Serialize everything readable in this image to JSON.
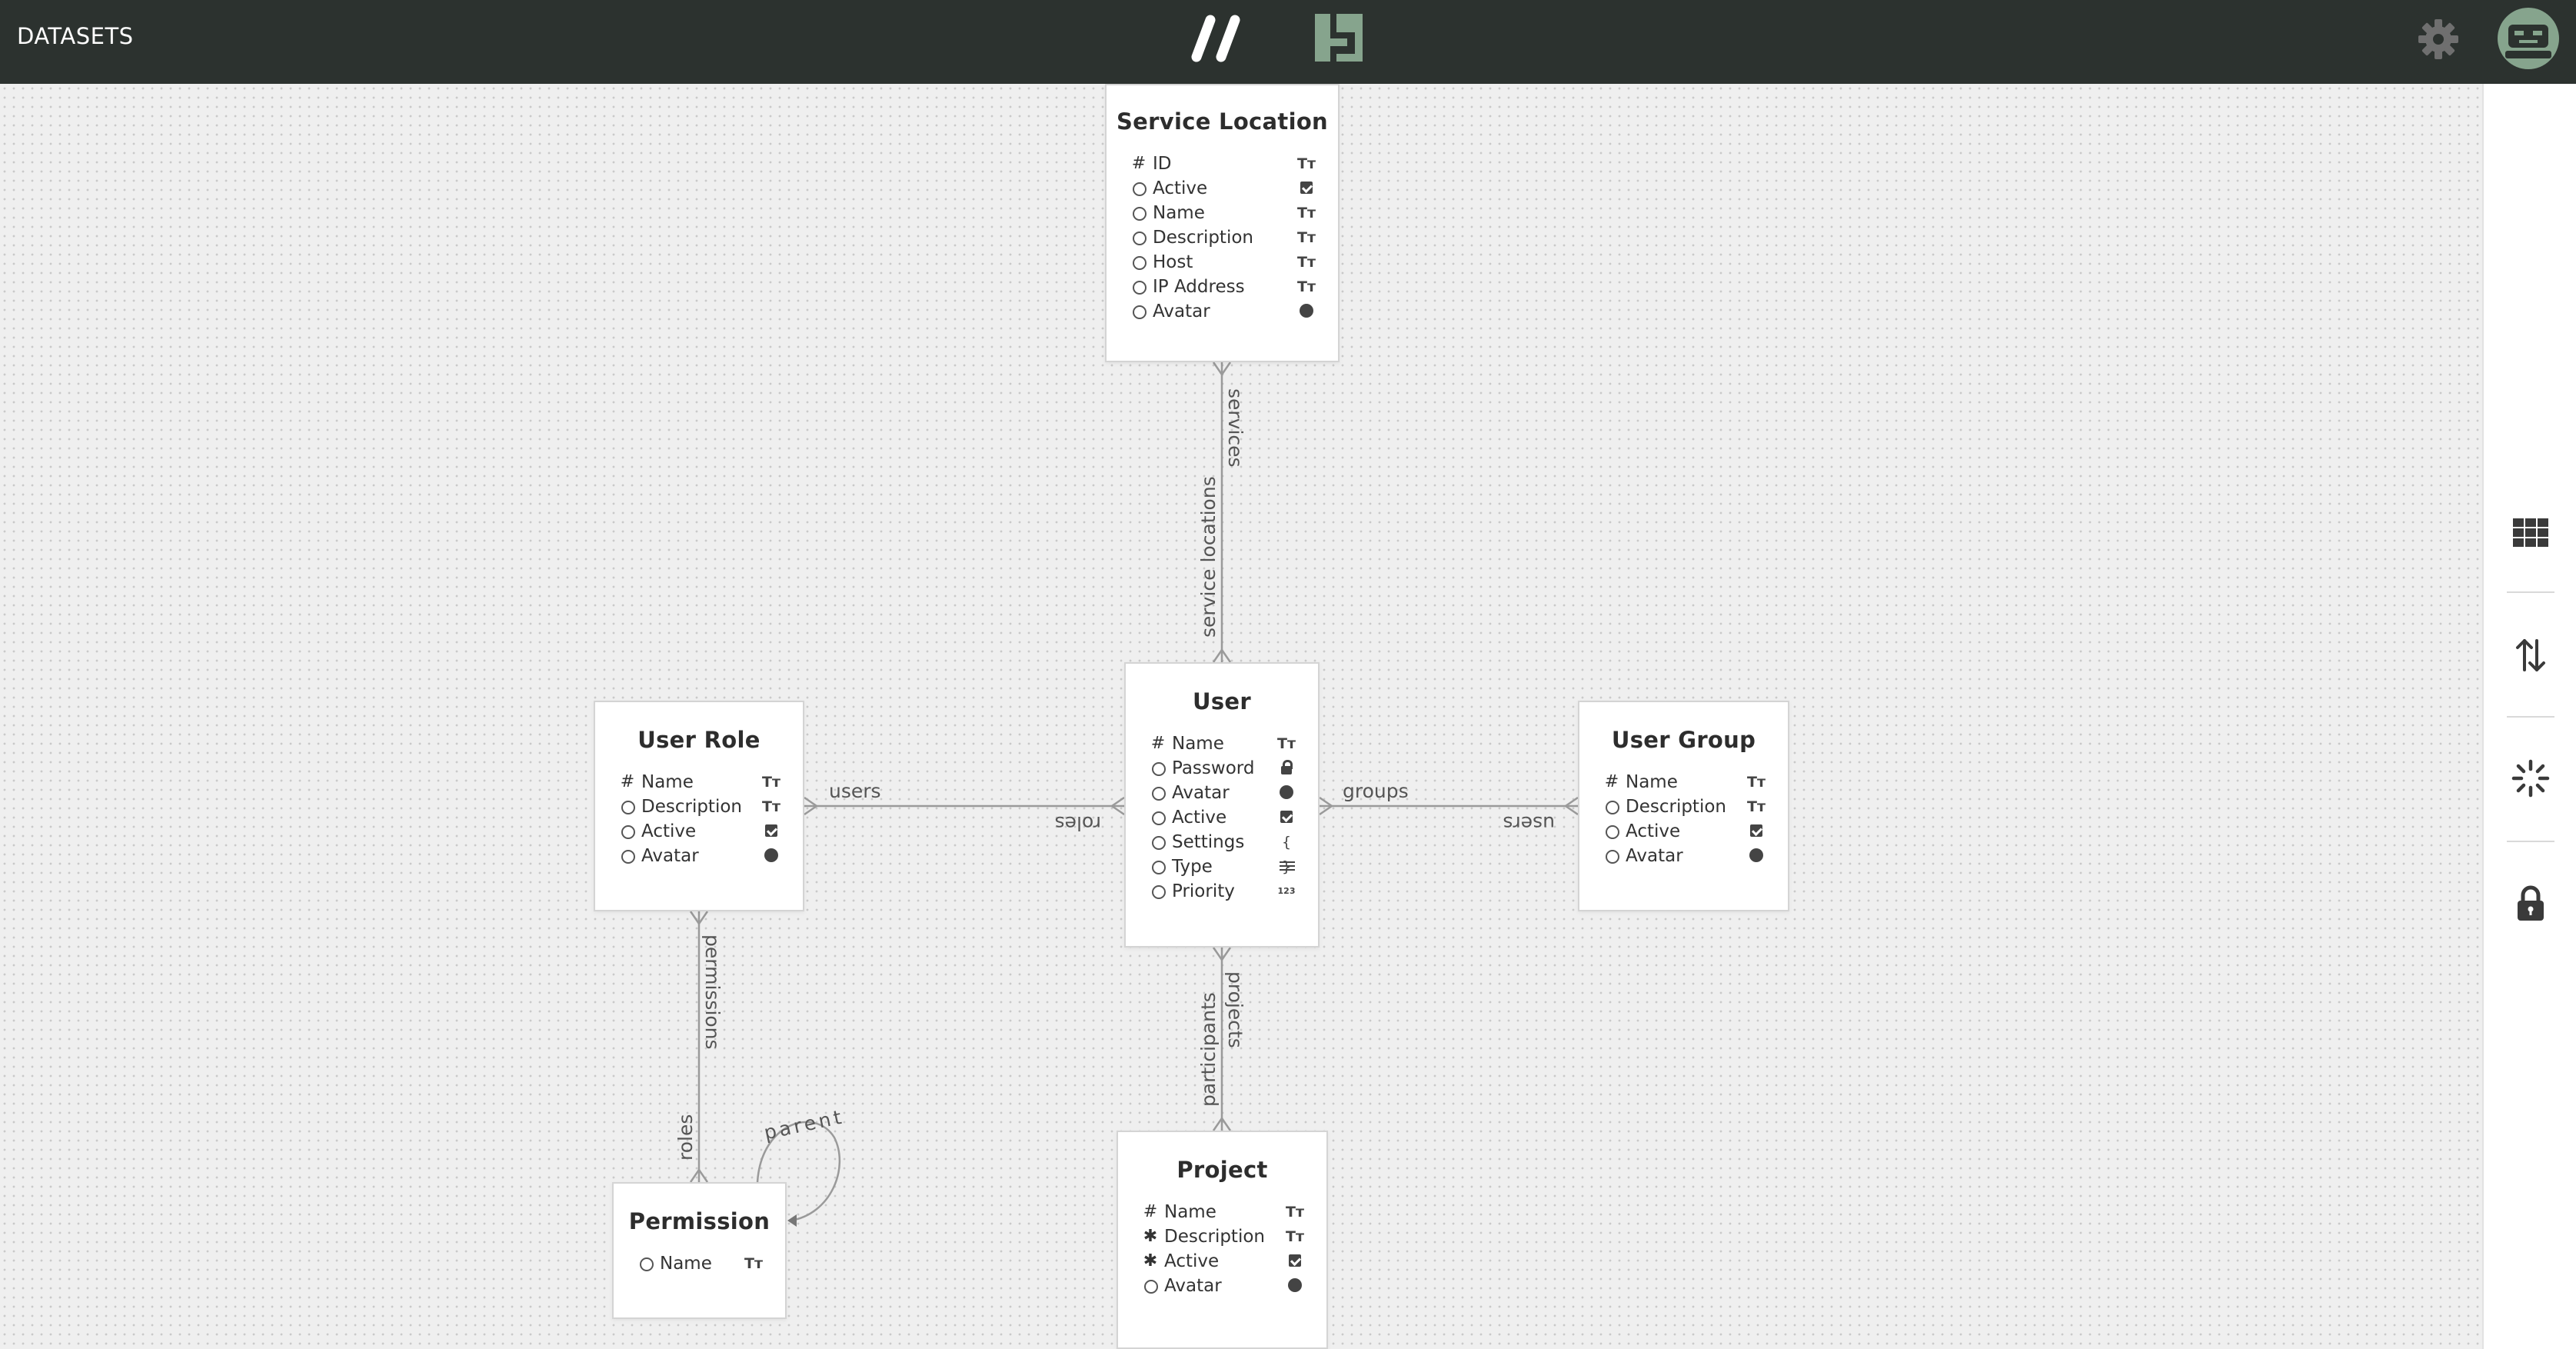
{
  "header": {
    "title": "DATASETS",
    "logo_icon": "double-slash-logo-icon",
    "block_icon": "layout-block-icon",
    "settings_icon": "gear-icon",
    "avatar_icon": "robot-avatar-icon"
  },
  "colors": {
    "header_bg": "#2c322f",
    "accent": "#86a48d",
    "canvas_bg": "#efefef"
  },
  "sidebar": {
    "icons": [
      "grid-icon",
      "sort-arrows-icon",
      "spinner-icon",
      "lock-icon"
    ]
  },
  "entities": {
    "service_location": {
      "title": "Service Location",
      "fields": [
        {
          "name": "ID",
          "marker": "#",
          "type": "Tт"
        },
        {
          "name": "Active",
          "marker": "",
          "type": ""
        },
        {
          "name": "Name",
          "marker": "",
          "type": "Tт"
        },
        {
          "name": "Description",
          "marker": "",
          "type": "Tт"
        },
        {
          "name": "Host",
          "marker": "",
          "type": "Tт"
        },
        {
          "name": "IP Address",
          "marker": "",
          "type": "Tт"
        },
        {
          "name": "Avatar",
          "marker": "",
          "type": ""
        }
      ]
    },
    "user": {
      "title": "User",
      "fields": [
        {
          "name": "Name",
          "marker": "#",
          "type": "Tт"
        },
        {
          "name": "Password",
          "marker": "",
          "type": ""
        },
        {
          "name": "Avatar",
          "marker": "",
          "type": ""
        },
        {
          "name": "Active",
          "marker": "",
          "type": ""
        },
        {
          "name": "Settings",
          "marker": "",
          "type": "{ }"
        },
        {
          "name": "Type",
          "marker": "",
          "type": ""
        },
        {
          "name": "Priority",
          "marker": "",
          "type": "123"
        }
      ]
    },
    "user_role": {
      "title": "User Role",
      "fields": [
        {
          "name": "Name",
          "marker": "#",
          "type": "Tт"
        },
        {
          "name": "Description",
          "marker": "",
          "type": "Tт"
        },
        {
          "name": "Active",
          "marker": "",
          "type": ""
        },
        {
          "name": "Avatar",
          "marker": "",
          "type": ""
        }
      ]
    },
    "user_group": {
      "title": "User Group",
      "fields": [
        {
          "name": "Name",
          "marker": "#",
          "type": "Tт"
        },
        {
          "name": "Description",
          "marker": "",
          "type": "Tт"
        },
        {
          "name": "Active",
          "marker": "",
          "type": ""
        },
        {
          "name": "Avatar",
          "marker": "",
          "type": ""
        }
      ]
    },
    "permission": {
      "title": "Permission",
      "fields": [
        {
          "name": "Name",
          "marker": "",
          "type": "Tт"
        }
      ]
    },
    "project": {
      "title": "Project",
      "fields": [
        {
          "name": "Name",
          "marker": "#",
          "type": "Tт"
        },
        {
          "name": "Description",
          "marker": "✱",
          "type": "Tт"
        },
        {
          "name": "Active",
          "marker": "✱",
          "type": ""
        },
        {
          "name": "Avatar",
          "marker": "",
          "type": ""
        }
      ]
    }
  },
  "relations": {
    "services": "services",
    "service_locations": "service locations",
    "users_left": "users",
    "roles": "roles",
    "groups": "groups",
    "users_right": "users",
    "permissions": "permissions",
    "roles_bottom": "roles",
    "parent": "parent",
    "projects": "projects",
    "participants": "participants"
  }
}
